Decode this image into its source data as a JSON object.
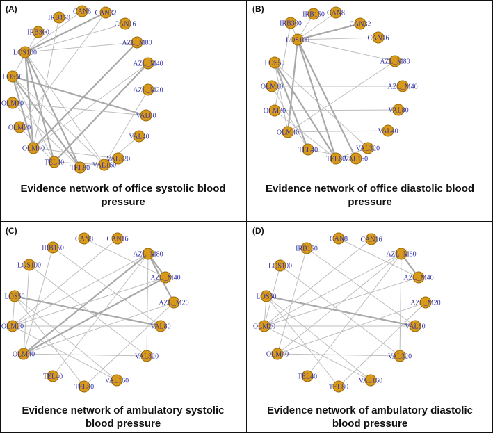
{
  "colors": {
    "node_fill": "#d99a17",
    "node_stroke": "#9a6a0b",
    "label": "#3333aa",
    "edge": "#bdbdbd",
    "edge_strong": "#a8a8a8"
  },
  "panels": [
    {
      "letter": "(A)",
      "caption_line1": "Evidence network of office systolic blood",
      "caption_line2": "pressure",
      "nodes": [
        "IRB150",
        "CAN8",
        "CAN32",
        "CAN16",
        "IRB300",
        "LOS100",
        "AZL_M80",
        "AZL_M40",
        "LOS50",
        "AZL_M20",
        "OLM10",
        "VAL80",
        "OLM20",
        "VAL40",
        "OLM40",
        "VAL320",
        "TEL40",
        "TEL80",
        "VAL160"
      ],
      "edges": [
        [
          "LOS100",
          "CAN32",
          "strong"
        ],
        [
          "LOS100",
          "OLM40",
          "strong"
        ],
        [
          "LOS100",
          "TEL80",
          "strong"
        ],
        [
          "LOS100",
          "TEL40",
          "strong"
        ],
        [
          "LOS50",
          "VAL80",
          "strong"
        ],
        [
          "LOS50",
          "TEL80",
          "strong"
        ],
        [
          "LOS50",
          "OLM40",
          "strong"
        ],
        [
          "AZL_M80",
          "OLM40",
          "strong"
        ],
        [
          "AZL_M40",
          "TEL40",
          "strong"
        ],
        [
          "IRB150",
          "OLM40",
          "weak"
        ],
        [
          "IRB300",
          "LOS50",
          "weak"
        ],
        [
          "CAN8",
          "LOS100",
          "weak"
        ],
        [
          "CAN16",
          "LOS100",
          "weak"
        ],
        [
          "CAN32",
          "OLM20",
          "weak"
        ],
        [
          "LOS100",
          "AZL_M80",
          "weak"
        ],
        [
          "LOS100",
          "VAL160",
          "weak"
        ],
        [
          "LOS50",
          "VAL160",
          "weak"
        ],
        [
          "OLM10",
          "TEL80",
          "weak"
        ],
        [
          "OLM20",
          "TEL40",
          "weak"
        ],
        [
          "OLM40",
          "VAL320",
          "weak"
        ],
        [
          "TEL40",
          "VAL160",
          "weak"
        ],
        [
          "TEL80",
          "VAL320",
          "weak"
        ],
        [
          "VAL40",
          "VAL160",
          "weak"
        ],
        [
          "AZL_M20",
          "VAL160",
          "weak"
        ],
        [
          "OLM10",
          "VAL80",
          "weak"
        ],
        [
          "LOS50",
          "TEL40",
          "weak"
        ],
        [
          "AZL_M40",
          "OLM40",
          "weak"
        ]
      ]
    },
    {
      "letter": "(B)",
      "caption_line1": "Evidence network of office diastolic blood",
      "caption_line2": "pressure",
      "nodes": [
        "IRB150",
        "CAN8",
        "IRB300",
        "CAN32",
        "LOS100",
        "CAN16",
        "AZL_M80",
        "LOS50",
        "AZL_M40",
        "OLM10",
        "VAL80",
        "OLM20",
        "VAL40",
        "OLM40",
        "VAL320",
        "TEL40",
        "TEL80",
        "VAL160"
      ],
      "edges": [
        [
          "LOS100",
          "CAN32",
          "strong"
        ],
        [
          "LOS100",
          "OLM40",
          "strong"
        ],
        [
          "LOS100",
          "TEL80",
          "strong"
        ],
        [
          "LOS50",
          "TEL80",
          "strong"
        ],
        [
          "LOS50",
          "TEL40",
          "strong"
        ],
        [
          "LOS100",
          "VAL160",
          "strong"
        ],
        [
          "IRB150",
          "LOS100",
          "weak"
        ],
        [
          "IRB300",
          "LOS100",
          "weak"
        ],
        [
          "CAN8",
          "LOS100",
          "weak"
        ],
        [
          "CAN16",
          "LOS100",
          "weak"
        ],
        [
          "LOS100",
          "AZL_M80",
          "weak"
        ],
        [
          "LOS50",
          "VAL320",
          "weak"
        ],
        [
          "OLM10",
          "AZL_M40",
          "weak"
        ],
        [
          "OLM20",
          "VAL80",
          "weak"
        ],
        [
          "OLM40",
          "AZL_M80",
          "weak"
        ],
        [
          "OLM40",
          "VAL40",
          "weak"
        ],
        [
          "TEL40",
          "VAL160",
          "weak"
        ],
        [
          "TEL80",
          "VAL320",
          "weak"
        ],
        [
          "OLM20",
          "TEL80",
          "weak"
        ],
        [
          "LOS50",
          "OLM40",
          "weak"
        ],
        [
          "OLM10",
          "TEL40",
          "weak"
        ],
        [
          "IRB300",
          "OLM20",
          "weak"
        ]
      ]
    },
    {
      "letter": "(C)",
      "caption_line1": "Evidence network of ambulatory systolic",
      "caption_line2": "blood pressure",
      "nodes": [
        "CAN8",
        "CAN16",
        "IRB150",
        "AZL_M80",
        "LOS100",
        "AZL_M40",
        "LOS50",
        "AZL_M20",
        "OLM20",
        "VAL80",
        "OLM40",
        "VAL320",
        "TEL40",
        "TEL80",
        "VAL160"
      ],
      "edges": [
        [
          "AZL_M80",
          "OLM40",
          "strong"
        ],
        [
          "AZL_M80",
          "AZL_M20",
          "strong"
        ],
        [
          "AZL_M40",
          "OLM40",
          "strong"
        ],
        [
          "LOS50",
          "VAL80",
          "strong"
        ],
        [
          "AZL_M80",
          "AZL_M40",
          "strong"
        ],
        [
          "IRB150",
          "VAL80",
          "weak"
        ],
        [
          "LOS100",
          "VAL320",
          "weak"
        ],
        [
          "LOS100",
          "OLM40",
          "weak"
        ],
        [
          "CAN8",
          "AZL_M40",
          "weak"
        ],
        [
          "CAN16",
          "OLM20",
          "weak"
        ],
        [
          "AZL_M80",
          "OLM20",
          "weak"
        ],
        [
          "AZL_M40",
          "OLM20",
          "weak"
        ],
        [
          "AZL_M20",
          "OLM40",
          "weak"
        ],
        [
          "LOS50",
          "TEL80",
          "weak"
        ],
        [
          "OLM20",
          "VAL80",
          "weak"
        ],
        [
          "OLM20",
          "VAL160",
          "weak"
        ],
        [
          "OLM40",
          "VAL320",
          "weak"
        ],
        [
          "TEL40",
          "AZL_M80",
          "weak"
        ],
        [
          "TEL80",
          "AZL_M20",
          "weak"
        ],
        [
          "VAL160",
          "LOS50",
          "weak"
        ],
        [
          "AZL_M80",
          "VAL320",
          "weak"
        ],
        [
          "LOS50",
          "OLM20",
          "weak"
        ],
        [
          "IRB150",
          "OLM40",
          "weak"
        ]
      ]
    },
    {
      "letter": "(D)",
      "caption_line1": "Evidence network of ambulatory diastolic",
      "caption_line2": "blood pressure",
      "nodes": [
        "CAN8",
        "CAN16",
        "IRB150",
        "AZL_M80",
        "LOS100",
        "AZL_M40",
        "LOS50",
        "AZL_M20",
        "OLM20",
        "VAL80",
        "OLM40",
        "VAL320",
        "TEL40",
        "TEL80",
        "VAL160"
      ],
      "edges": [
        [
          "LOS50",
          "VAL80",
          "strong"
        ],
        [
          "AZL_M80",
          "AZL_M40",
          "strong"
        ],
        [
          "IRB150",
          "VAL80",
          "weak"
        ],
        [
          "LOS100",
          "VAL320",
          "weak"
        ],
        [
          "LOS100",
          "OLM20",
          "weak"
        ],
        [
          "CAN8",
          "AZL_M40",
          "weak"
        ],
        [
          "CAN16",
          "OLM20",
          "weak"
        ],
        [
          "AZL_M80",
          "OLM20",
          "weak"
        ],
        [
          "AZL_M80",
          "OLM40",
          "weak"
        ],
        [
          "AZL_M40",
          "OLM20",
          "weak"
        ],
        [
          "AZL_M20",
          "OLM40",
          "weak"
        ],
        [
          "LOS50",
          "TEL80",
          "weak"
        ],
        [
          "OLM20",
          "VAL80",
          "weak"
        ],
        [
          "OLM20",
          "VAL160",
          "weak"
        ],
        [
          "OLM40",
          "VAL320",
          "weak"
        ],
        [
          "TEL40",
          "AZL_M80",
          "weak"
        ],
        [
          "TEL80",
          "AZL_M20",
          "weak"
        ],
        [
          "VAL160",
          "LOS50",
          "weak"
        ],
        [
          "AZL_M80",
          "VAL320",
          "weak"
        ],
        [
          "IRB150",
          "OLM40",
          "weak"
        ],
        [
          "LOS50",
          "OLM20",
          "weak"
        ]
      ]
    }
  ]
}
